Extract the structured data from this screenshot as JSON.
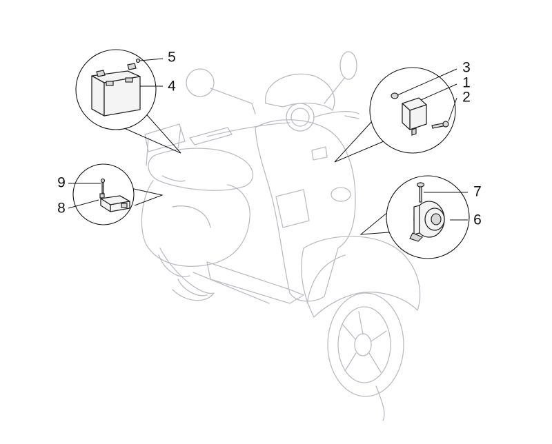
{
  "diagram": {
    "parts": [
      {
        "number": "1",
        "item": "relay"
      },
      {
        "number": "2",
        "item": "relay screw"
      },
      {
        "number": "3",
        "item": "relay nut"
      },
      {
        "number": "4",
        "item": "battery"
      },
      {
        "number": "5",
        "item": "battery terminal screw"
      },
      {
        "number": "6",
        "item": "horn"
      },
      {
        "number": "7",
        "item": "horn screw"
      },
      {
        "number": "8",
        "item": "control unit"
      },
      {
        "number": "9",
        "item": "control unit screw"
      }
    ]
  }
}
